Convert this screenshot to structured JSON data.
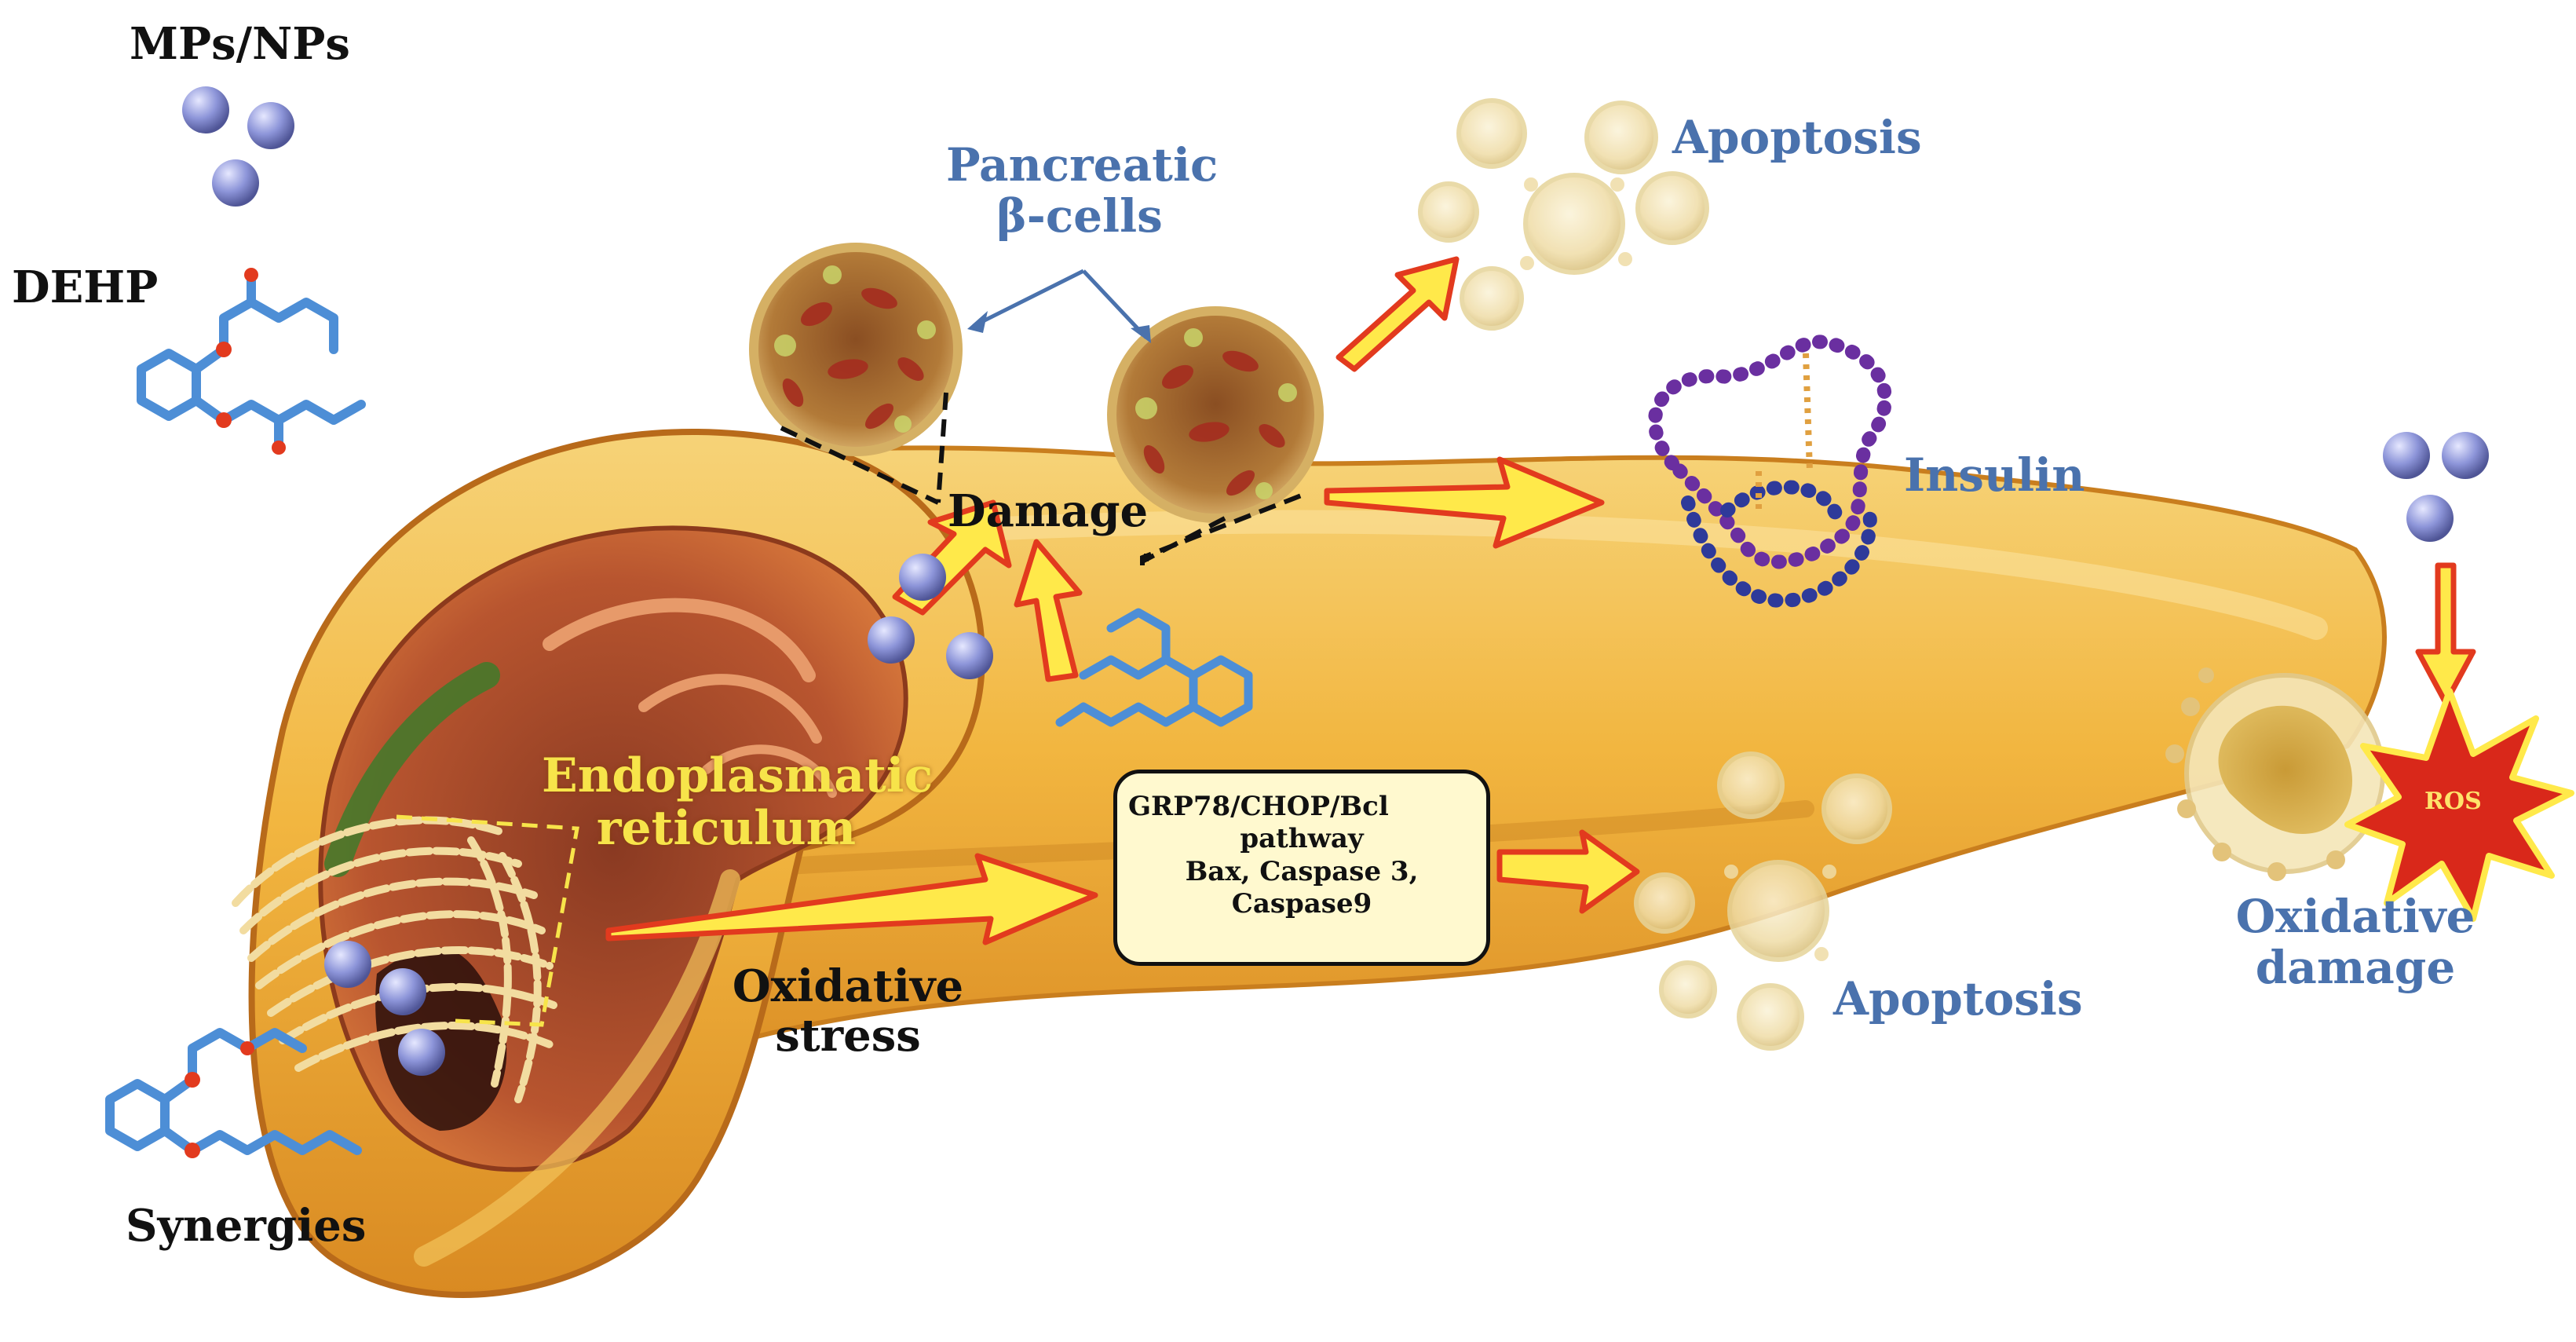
{
  "labels": {
    "mps_nps": "MPs/NPs",
    "dehp": "DEHP",
    "pancreatic_beta_cells_line1": "Pancreatic",
    "pancreatic_beta_cells_line2": "β-cells",
    "damage": "Damage",
    "apoptosis_top": "Apoptosis",
    "insulin": "Insulin",
    "endoplasmatic_line1": "Endoplasmatic",
    "endoplasmatic_line2": "reticulum",
    "oxidative_stress_line1": "Oxidative",
    "oxidative_stress_line2": "stress",
    "apoptosis_bottom": "Apoptosis",
    "oxidative_damage_line1": "Oxidative",
    "oxidative_damage_line2": "damage",
    "ros": "ROS",
    "synergies": "Synergies"
  },
  "pathway_box": {
    "line1": "GRP78/CHOP/Bcl",
    "line2": "pathway",
    "line3": "Bax, Caspase 3,",
    "line4": "Caspase9"
  },
  "colors": {
    "label_blue": "#4a72ad",
    "label_black": "#111111",
    "label_yellow": "#f7e44a",
    "particle": "#8d95d9",
    "arrow_fill": "#ffe94a",
    "arrow_stroke": "#e23a1e",
    "pancreas": "#f0b73a",
    "ros_burst": "#d9281a",
    "molecule": "#4d8ed6"
  }
}
